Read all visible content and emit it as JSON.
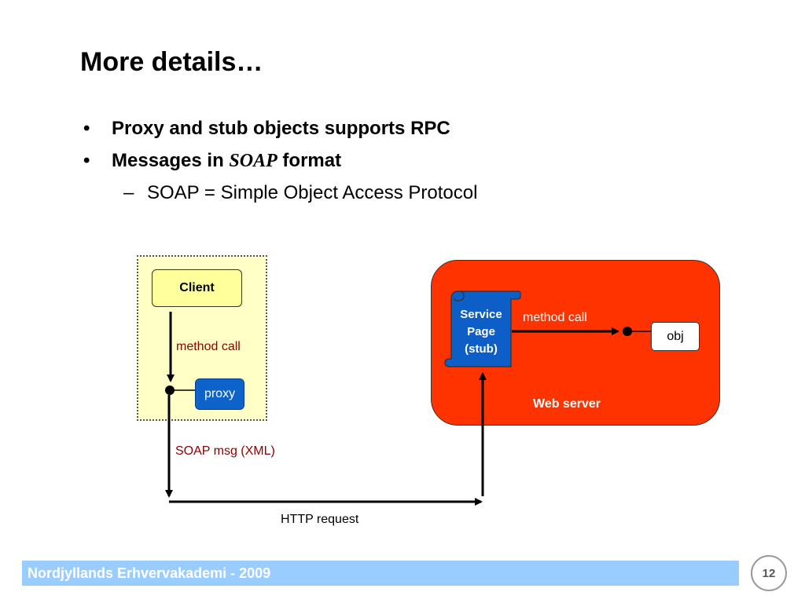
{
  "slide": {
    "title": "More details…",
    "bullets": [
      {
        "text": "Proxy and stub objects supports RPC"
      },
      {
        "before": "Messages in ",
        "emphasis": "SOAP",
        "after": " format"
      }
    ],
    "sub_bullet": "SOAP = Simple Object Access Protocol",
    "bullet_symbol": "•",
    "dash_symbol": "–"
  },
  "diagram": {
    "client_label": "Client",
    "proxy_label": "proxy",
    "client_method_call": "method call",
    "soap_msg": "SOAP msg (XML)",
    "http_request": "HTTP request",
    "service_page": [
      "Service",
      "Page",
      "(stub)"
    ],
    "server_method_call": "method call",
    "obj_label": "obj",
    "web_server_label": "Web server",
    "colors": {
      "client_zone": "#ffffc6",
      "client_box": "#ffff9c",
      "proxy": "#0d63c9",
      "web_server": "#ff3300",
      "label_red": "#8b0000"
    }
  },
  "footer": {
    "text": "Nordjyllands Erhvervakademi - 2009",
    "page_number": "12"
  }
}
